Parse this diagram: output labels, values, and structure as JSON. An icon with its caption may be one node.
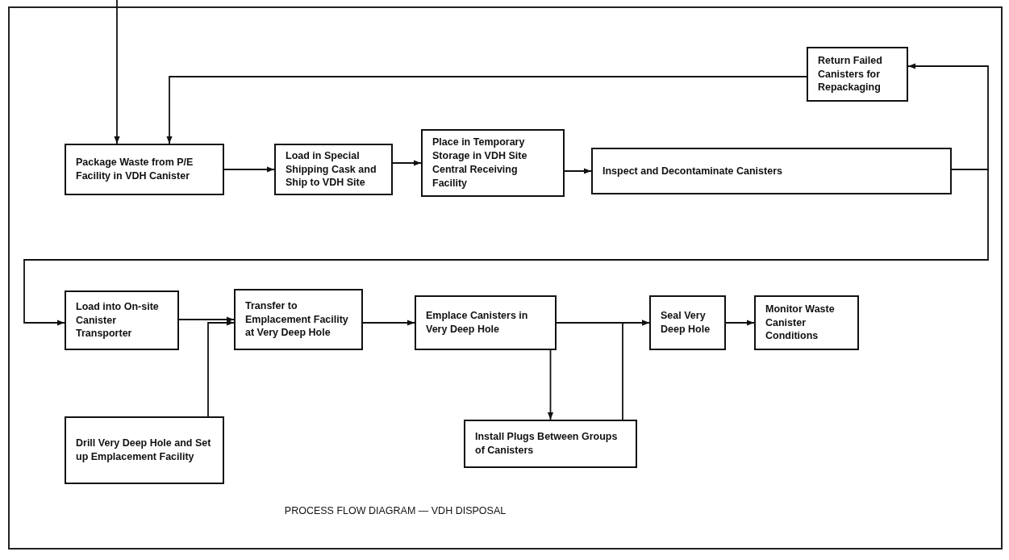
{
  "diagram": {
    "caption": "PROCESS FLOW DIAGRAM — VDH DISPOSAL",
    "nodes": [
      {
        "text": [
          "Package Waste from P/E Facility in VDH Canister"
        ]
      },
      {
        "text": [
          "Load in Special Shipping Cask and Ship to VDH Site"
        ]
      },
      {
        "text": [
          "Place in Temporary Storage in VDH Site Central Receiving Facility"
        ]
      },
      {
        "text": [
          "Inspect and Decontaminate Canisters"
        ]
      },
      {
        "text": [
          "Return Failed Canisters for Repackaging"
        ]
      },
      {
        "text": [
          "Load into On-site Canister Transporter"
        ]
      },
      {
        "text": [
          "Transfer to Emplacement Facility at Very Deep Hole"
        ]
      },
      {
        "text": [
          "Emplace Canisters in Very Deep Hole"
        ]
      },
      {
        "text": [
          "Seal Very Deep Hole"
        ]
      },
      {
        "text": [
          "Monitor Waste Canister Conditions"
        ]
      },
      {
        "text": [
          "Drill Very Deep Hole and Set up Emplacement Facility"
        ]
      },
      {
        "text": [
          "Install Plugs Between Groups of Canisters"
        ]
      }
    ],
    "edges": [
      {
        "from": null,
        "to": 0,
        "arrow": "to"
      },
      {
        "from": 4,
        "to": 0,
        "arrow": "to"
      },
      {
        "from": 0,
        "to": 1,
        "arrow": "to"
      },
      {
        "from": 1,
        "to": 2,
        "arrow": "to"
      },
      {
        "from": 2,
        "to": 3,
        "arrow": "to"
      },
      {
        "from": 3,
        "to": 4,
        "arrow": "to"
      },
      {
        "from": 3,
        "to": 5,
        "arrow": "to"
      },
      {
        "from": 5,
        "to": 6,
        "arrow": "to"
      },
      {
        "from": 10,
        "to": 6,
        "arrow": "to"
      },
      {
        "from": 6,
        "to": 7,
        "arrow": "to"
      },
      {
        "from": 7,
        "to": 11,
        "arrow": "to"
      },
      {
        "from": 7,
        "to": 8,
        "arrow": "to"
      },
      {
        "from": 11,
        "to": 8,
        "arrow": "to"
      },
      {
        "from": 8,
        "to": 9,
        "arrow": "to"
      }
    ]
  }
}
